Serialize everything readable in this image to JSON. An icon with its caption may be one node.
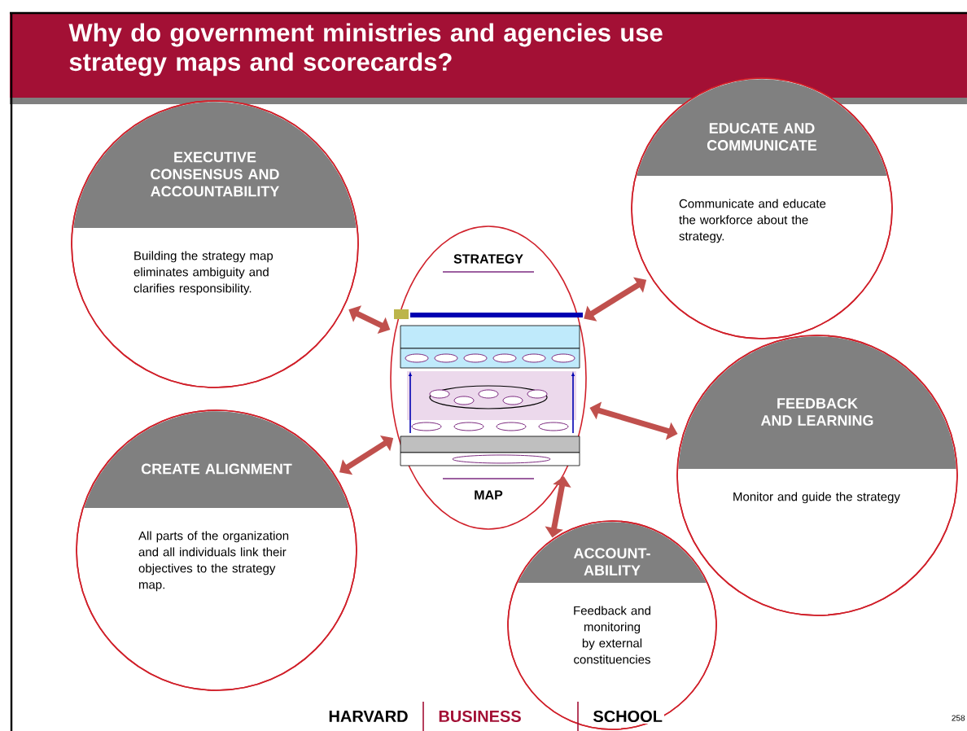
{
  "diagram": {
    "title": "Why do government ministries and agencies use strategy maps and scorecards?",
    "nodes": [
      {
        "text": [
          "EXECUTIVE CONSENSUS AND ACCOUNTABILITY",
          "Building the strategy map eliminates ambiguity and clarifies responsibility."
        ]
      },
      {
        "text": [
          "EDUCATE AND COMMUNICATE",
          "Communicate and educate the workforce about the strategy."
        ]
      },
      {
        "text": [
          "STRATEGY",
          "MAP"
        ]
      },
      {
        "text": [
          "CREATE ALIGNMENT",
          "All parts of the organization and all individuals link their objectives to the strategy map."
        ]
      },
      {
        "text": [
          "FEEDBACK AND LEARNING",
          "Monitor and guide the strategy"
        ]
      },
      {
        "text": [
          "ACCOUNT- ABILITY",
          "Feedback and monitoring by external constituencies"
        ]
      }
    ],
    "edges": [
      {
        "from": 0,
        "to": 2,
        "arrow": "both"
      },
      {
        "from": 1,
        "to": 2,
        "arrow": "both"
      },
      {
        "from": 3,
        "to": 2,
        "arrow": "both"
      },
      {
        "from": 4,
        "to": 2,
        "arrow": "both"
      },
      {
        "from": 5,
        "to": 2,
        "arrow": "both"
      }
    ],
    "labels": [
      "HARVARD",
      "BUSINESS",
      "SCHOOL",
      "258"
    ]
  }
}
